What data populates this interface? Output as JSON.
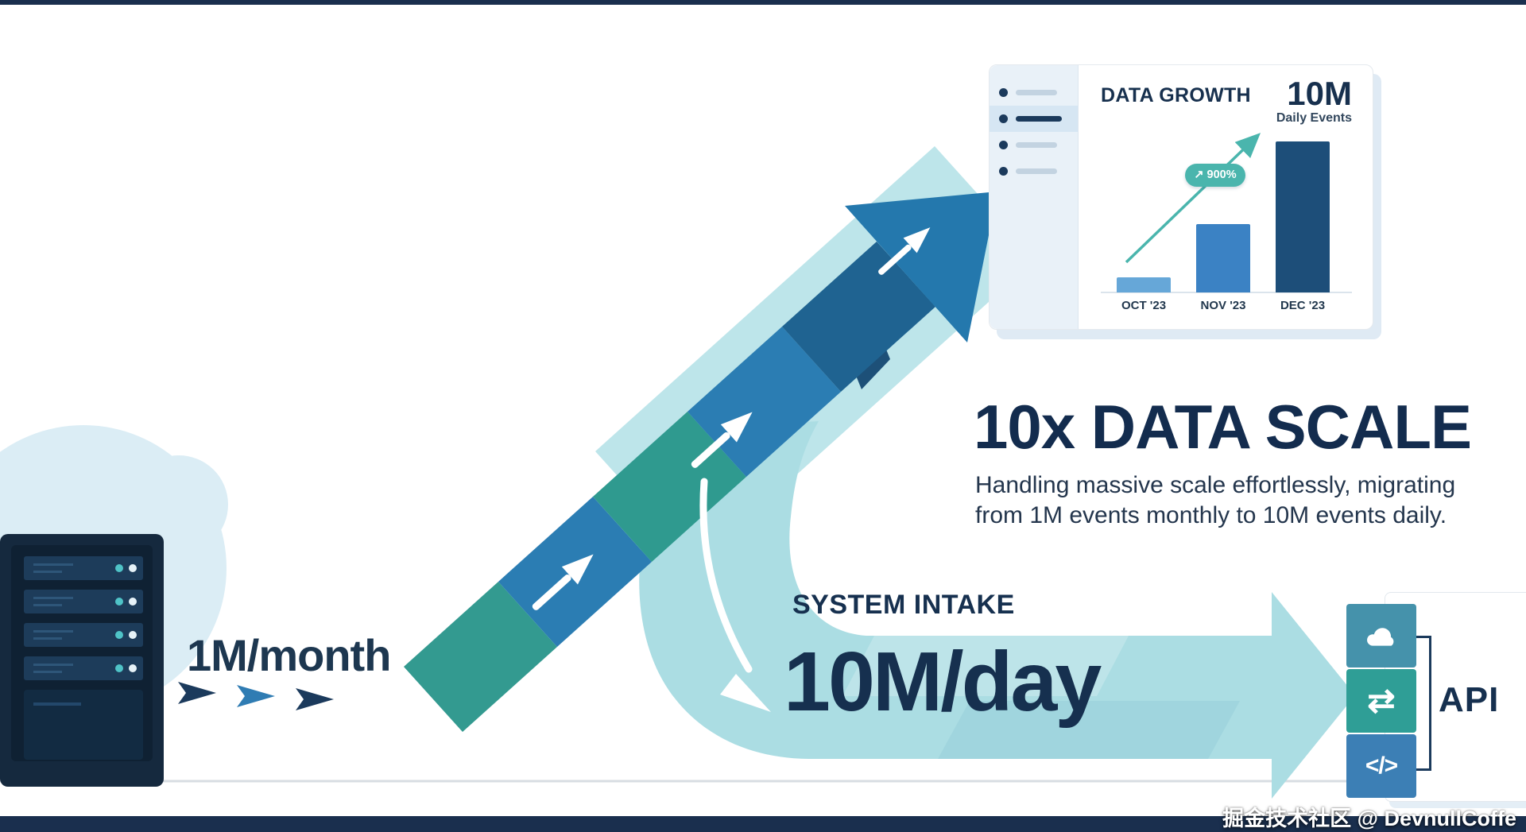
{
  "page": {
    "watermark": "掘金技术社区 @ DevnullCoffe"
  },
  "source": {
    "throughput": "1M/month"
  },
  "growth_card": {
    "title": "DATA GROWTH",
    "metric_value": "10M",
    "metric_label": "Daily Events",
    "badge": "↗ 900%"
  },
  "chart_data": {
    "type": "bar",
    "title": "DATA GROWTH",
    "categories": [
      "OCT '23",
      "NOV '23",
      "DEC '23"
    ],
    "values": [
      1,
      4.5,
      10
    ],
    "value_unit": "M events per day",
    "ylim": [
      0,
      10
    ],
    "annotation": "↗ 900%",
    "bar_colors": [
      "#66a7d8",
      "#3b82c4",
      "#1d4e79"
    ],
    "grid": false,
    "legend": false
  },
  "headline": {
    "title": "10x DATA SCALE",
    "subtitle": "Handling massive scale effortlessly, migrating from 1M events monthly to 10M events daily."
  },
  "intake": {
    "label": "SYSTEM INTAKE",
    "value": "10M/day"
  },
  "api": {
    "label": "API",
    "tiles": [
      {
        "icon": "cloud-icon"
      },
      {
        "icon": "sync-arrows-icon",
        "glyph": "⇄"
      },
      {
        "icon": "code-icon",
        "glyph": "</>"
      }
    ]
  },
  "colors": {
    "navy": "#16304f",
    "blue": "#2b7db3",
    "teal": "#339a90",
    "teal_light": "#abdde3",
    "badge_teal": "#4ab5ad"
  }
}
